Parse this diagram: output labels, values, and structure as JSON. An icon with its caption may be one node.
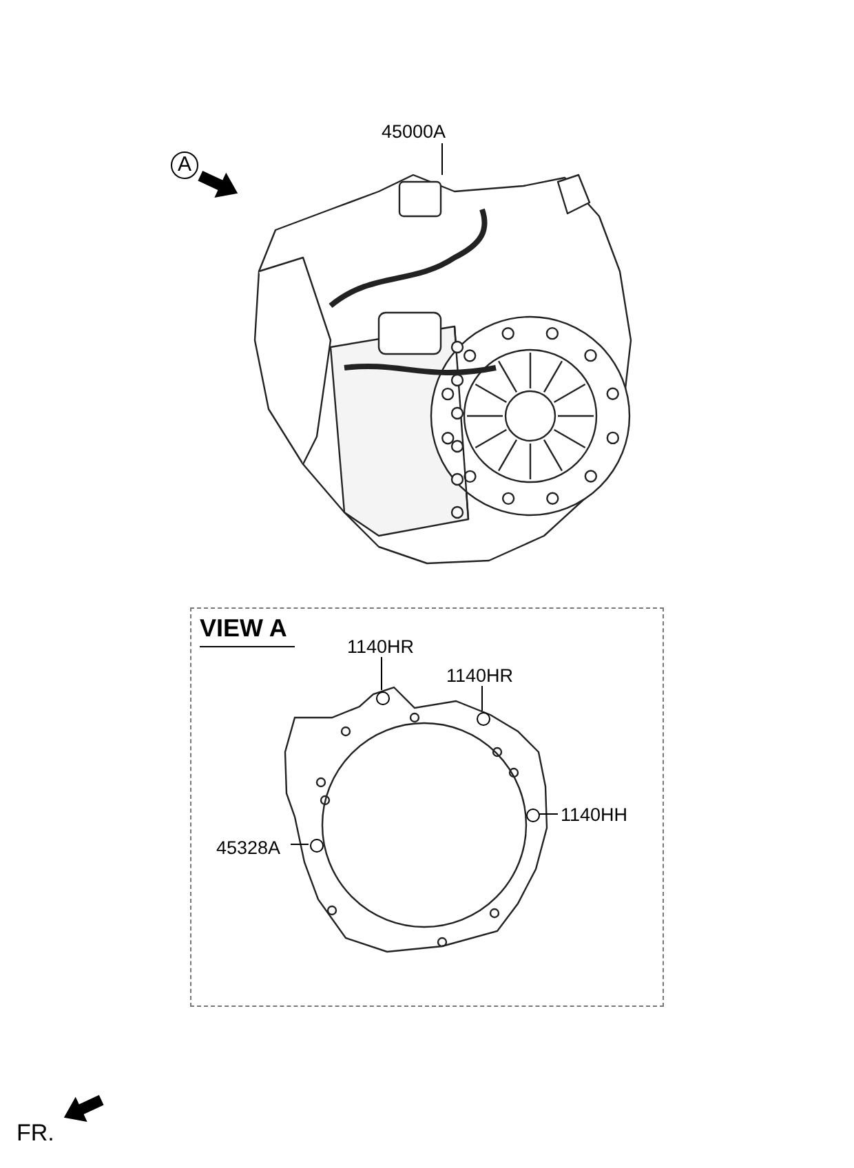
{
  "diagram": {
    "nodes": [
      {
        "text": [
          "45000A"
        ]
      },
      {
        "text": [],
        "shape": "picture"
      },
      {
        "text": [
          "VIEW A"
        ]
      },
      {
        "text": [
          "1140HR"
        ],
        "in": 2
      },
      {
        "text": [
          "1140HR"
        ],
        "in": 2
      },
      {
        "text": [
          "1140HH"
        ],
        "in": 2
      },
      {
        "text": [
          "45328A"
        ],
        "in": 2
      },
      {
        "text": [],
        "shape": "circle",
        "in": 2
      },
      {
        "text": [],
        "shape": "circle",
        "in": 2
      },
      {
        "text": [],
        "shape": "circle",
        "in": 2
      },
      {
        "text": [],
        "shape": "circle",
        "in": 2
      }
    ],
    "edges": [
      {
        "from": 0,
        "to": 1,
        "arrow": "none"
      },
      {
        "from": 3,
        "to": 7,
        "arrow": "none"
      },
      {
        "from": 4,
        "to": 8,
        "arrow": "none"
      },
      {
        "from": 5,
        "to": 9,
        "arrow": "none"
      },
      {
        "from": 6,
        "to": 10,
        "arrow": "none"
      }
    ],
    "labels": [
      "A",
      "FR."
    ]
  }
}
